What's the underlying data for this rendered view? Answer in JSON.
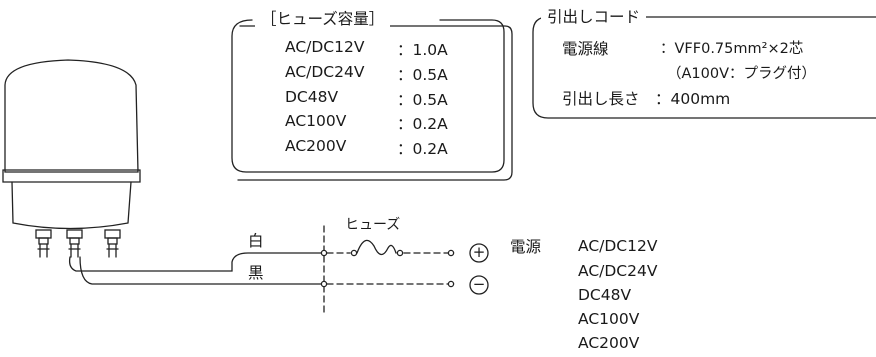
{
  "fuse_box": {
    "title": "［ヒューズ容量］",
    "rows": [
      {
        "label": "AC/DC12V",
        "value": "：1.0A"
      },
      {
        "label": "AC/DC24V",
        "value": "：0.5A"
      },
      {
        "label": "DC48V",
        "value": "：0.5A"
      },
      {
        "label": "AC100V",
        "value": "：0.2A"
      },
      {
        "label": "AC200V",
        "value": "：0.2A"
      }
    ]
  },
  "cord_box": {
    "title": "引出しコード",
    "wire_label": "電源線",
    "wire_value": "：VFF0.75mm²×2芯",
    "wire_note": "（A100V：プラグ付）",
    "length_label": "引出し長さ",
    "length_value": "：400mm"
  },
  "wiring": {
    "white_label": "白",
    "black_label": "黒",
    "fuse_label": "ヒューズ",
    "plus_symbol": "+",
    "minus_symbol": "−",
    "power_label": "電源",
    "voltages": [
      "AC/DC12V",
      "AC/DC24V",
      "DC48V",
      "AC100V",
      "AC200V"
    ]
  }
}
